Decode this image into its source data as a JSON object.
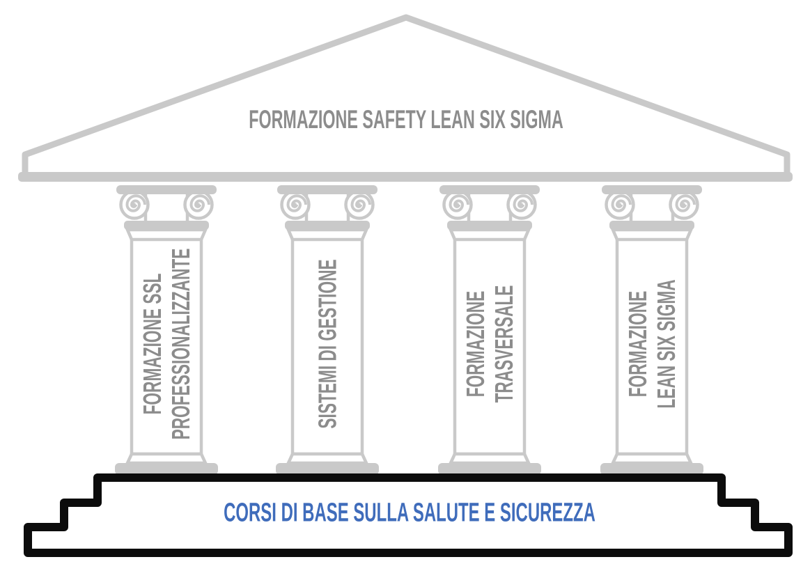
{
  "pediment": {
    "label": "FORMAZIONE SAFETY LEAN SIX SIGMA"
  },
  "pillars": [
    {
      "name": "formazione-ssl-professionalizzante",
      "lines": [
        "FORMAZIONE SSL",
        "PROFESSIONALIZZANTE"
      ]
    },
    {
      "name": "sistemi-di-gestione",
      "lines": [
        "SISTEMI DI GESTIONE"
      ]
    },
    {
      "name": "formazione-trasversale",
      "lines": [
        "FORMAZIONE",
        "TRASVERSALE"
      ]
    },
    {
      "name": "formazione-lean-six-sigma",
      "lines": [
        "FORMAZIONE",
        "LEAN SIX SIGMA"
      ]
    }
  ],
  "base": {
    "label": "CORSI DI BASE SULLA SALUTE E SICUREZZA"
  },
  "colors": {
    "background": "#ffffff",
    "temple_gray": "#c9c9c9",
    "text_gray": "#8c8c8c",
    "step_black": "#0c0c0c",
    "base_blue": "#3f6cbb"
  }
}
